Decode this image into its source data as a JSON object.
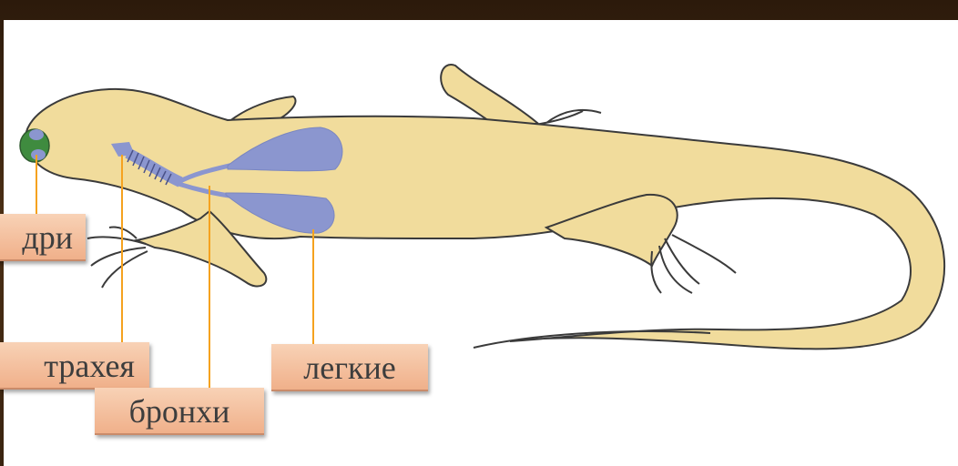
{
  "labels": {
    "nostrils": "дри",
    "trachea": "трахея",
    "bronchi": "бронхи",
    "lungs": "легкие"
  },
  "colors": {
    "body": "#f1dc9c",
    "outline": "#3b3b3b",
    "lungs": "#8b96cf",
    "nostrils": "#3f8b3f",
    "pointer": "#f5a21f",
    "label_bg": "#f5c3a1",
    "frame": "#3a2410"
  }
}
